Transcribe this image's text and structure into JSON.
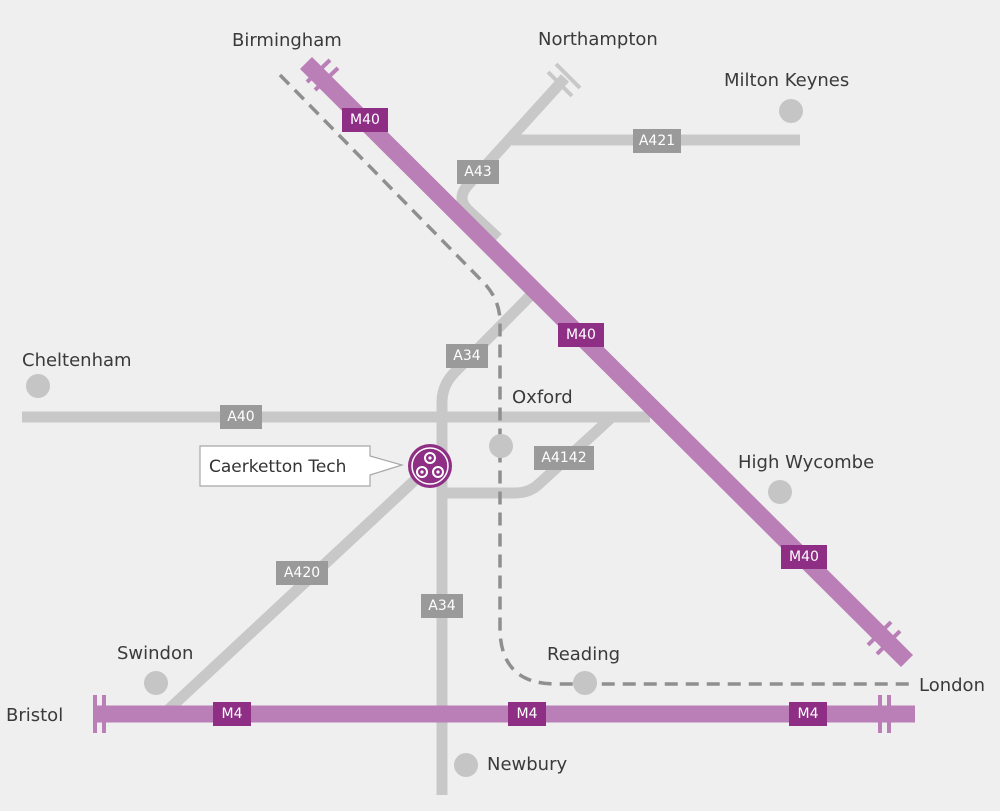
{
  "places": {
    "birmingham": "Birmingham",
    "northampton": "Northampton",
    "milton_keynes": "Milton Keynes",
    "cheltenham": "Cheltenham",
    "oxford": "Oxford",
    "high_wycombe": "High Wycombe",
    "swindon": "Swindon",
    "reading": "Reading",
    "london": "London",
    "bristol": "Bristol",
    "newbury": "Newbury"
  },
  "roads": {
    "m40": "M40",
    "m4": "M4",
    "a43": "A43",
    "a421": "A421",
    "a34": "A34",
    "a40": "A40",
    "a4142": "A4142",
    "a420": "A420"
  },
  "callout": {
    "label": "Caerketton Tech",
    "icon": "caerketton-logo-icon"
  },
  "colors": {
    "background": "#efefef",
    "grey_road": "#c8c8c8",
    "motorway": "#b97fb6",
    "motorway_shield": "#8e2f85",
    "a_road_shield": "#9a9a9a",
    "railway": "#8f8f8f",
    "town_dot": "#c5c5c5"
  }
}
